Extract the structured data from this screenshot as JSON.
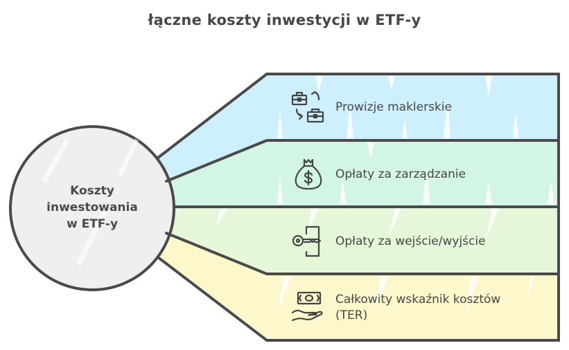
{
  "title": "łączne koszty inwestycji w ETF-y",
  "center": {
    "label_lines": [
      "Koszty",
      "inwestowania",
      "w ETF-y"
    ],
    "fill": "#efefef",
    "stroke": "#4a4a4a"
  },
  "items": [
    {
      "label": "Prowizje maklerskie",
      "icon": "briefcase-exchange-icon",
      "color": "#cdf0fc"
    },
    {
      "label": "Opłaty za zarządzanie",
      "icon": "money-bag-icon",
      "color": "#d3f5e4"
    },
    {
      "label": "Opłaty za wejście/wyjście",
      "icon": "key-door-icon",
      "color": "#e6f6d8"
    },
    {
      "label": "Całkowity wskaźnik kosztów (TER)",
      "label_lines": [
        "Całkowity wskaźnik kosztów",
        "(TER)"
      ],
      "icon": "hand-money-icon",
      "color": "#fdf7cc"
    }
  ]
}
